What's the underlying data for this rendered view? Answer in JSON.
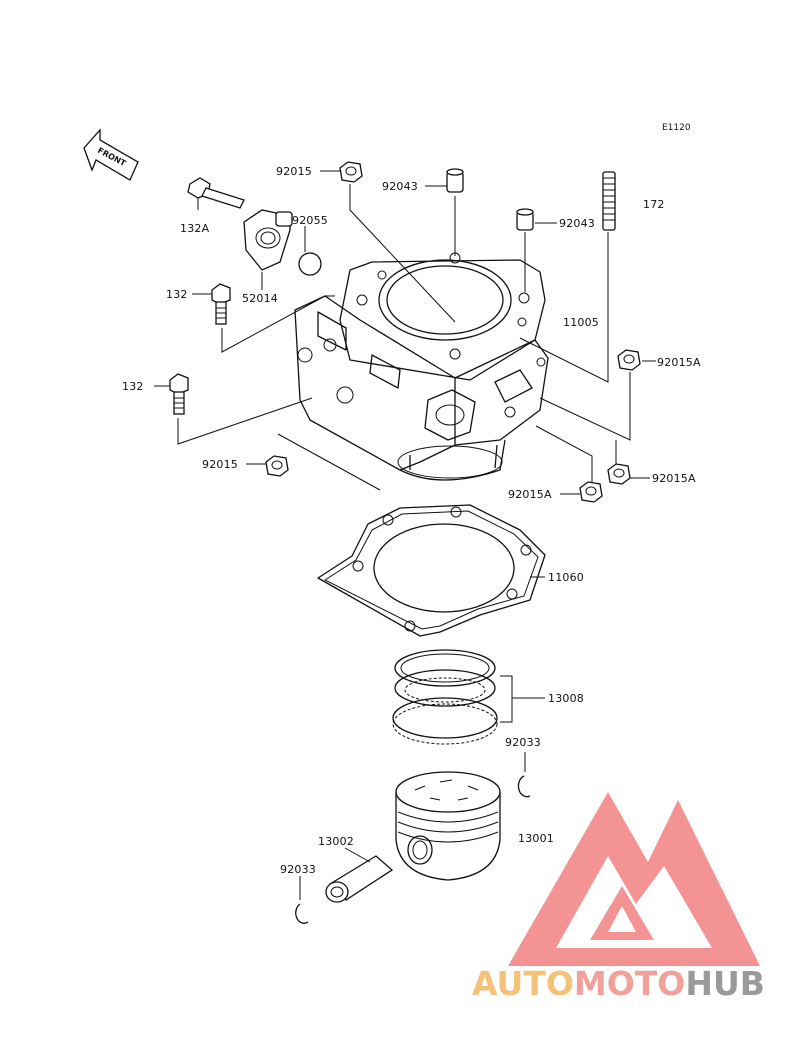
{
  "diagram_code": "E1120",
  "front_label": "FRONT",
  "watermark": {
    "part1": "AUTO",
    "part2": "MOTO",
    "part3": "HUB",
    "color1": "#f6c178",
    "color2": "#f2a09a",
    "color3": "#9a9a9a",
    "triangle_color": "#ef6f6f"
  },
  "labels": {
    "p92015_top": "92015",
    "p92043_a": "92043",
    "p172": "172",
    "p132A": "132A",
    "p92055": "92055",
    "p92043_b": "92043",
    "p132_a": "132",
    "p52014": "52014",
    "p11005": "11005",
    "p92015A_a": "92015A",
    "p132_b": "132",
    "p92015_bot": "92015",
    "p92015A_b": "92015A",
    "p92015A_c": "92015A",
    "p11060": "11060",
    "p13008": "13008",
    "p92033_a": "92033",
    "p13002": "13002",
    "p13001": "13001",
    "p92033_b": "92033"
  }
}
